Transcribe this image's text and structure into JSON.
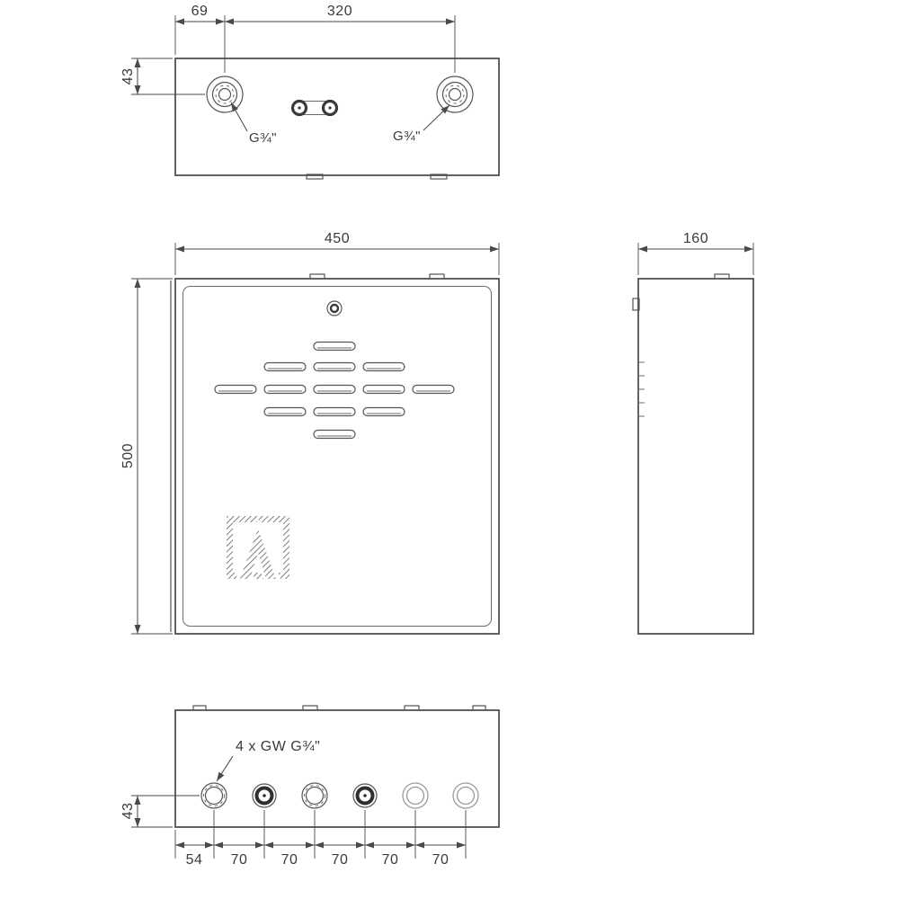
{
  "drawing": {
    "top_view": {
      "dim_offset_left": "69",
      "dim_port_spacing": "320",
      "dim_height": "43",
      "port_label_left": "G¾\"",
      "port_label_right": "G¾\""
    },
    "front_view": {
      "dim_width": "450",
      "dim_height": "500"
    },
    "side_view": {
      "dim_depth": "160"
    },
    "bottom_view": {
      "connections_label": "4 x GW G¾\"",
      "dim_height": "43",
      "dim_chain": [
        "54",
        "70",
        "70",
        "70",
        "70",
        "70"
      ]
    }
  },
  "colors": {
    "line": "#474747",
    "dimension_line": "#4a4a4a",
    "text": "#3a3a3a",
    "light_detail": "#9b9b9b",
    "background": "#ffffff"
  }
}
